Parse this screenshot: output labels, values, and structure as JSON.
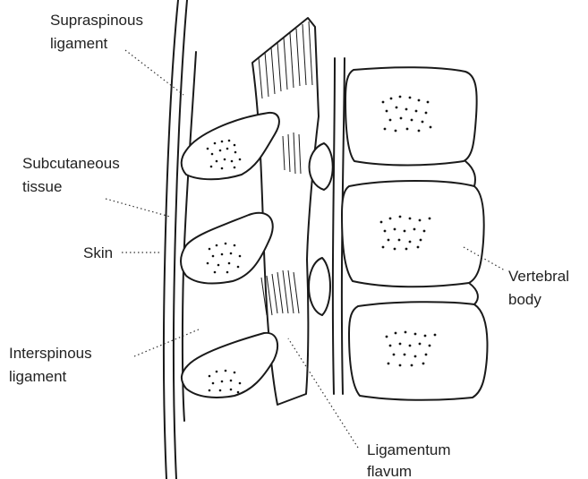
{
  "labels": {
    "supraspinous_1": "Supraspinous",
    "supraspinous_2": "ligament",
    "subcutaneous_1": "Subcutaneous",
    "subcutaneous_2": "tissue",
    "skin": "Skin",
    "interspinous_1": "Interspinous",
    "interspinous_2": "ligament",
    "ligamentum_1": "Ligamentum",
    "ligamentum_2": "flavum",
    "vertebral_1": "Vertebral",
    "vertebral_2": "body"
  },
  "colors": {
    "line": "#1a1a1a",
    "text": "#222222",
    "background": "#ffffff"
  }
}
